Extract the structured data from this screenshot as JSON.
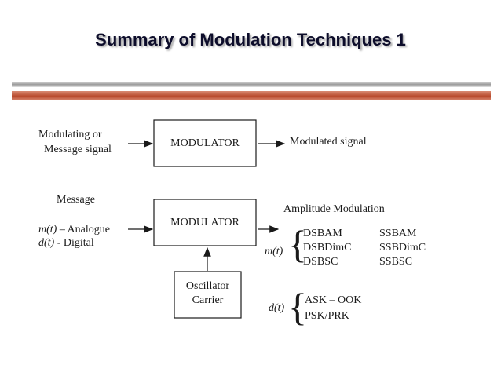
{
  "slide": {
    "title": "Summary of Modulation Techniques 1"
  },
  "top_row": {
    "input_label_line1": "Modulating or",
    "input_label_line2": "Message signal",
    "box_label": "MODULATOR",
    "output_label": "Modulated signal"
  },
  "bottom_row": {
    "message_label": "Message",
    "analogue_var": "m(t)",
    "analogue_label": " – Analogue",
    "digital_var": "d(t)",
    "digital_label": " - Digital",
    "box_label": "MODULATOR",
    "carrier_line1": "Oscillator",
    "carrier_line2": "Carrier",
    "am_heading": "Amplitude Modulation",
    "analogue_group": {
      "var": "m(t)",
      "left_col": [
        "DSBAM",
        "DSBDimC",
        "DSBSC"
      ],
      "right_col": [
        "SSBAM",
        "SSBDimC",
        "SSBSC"
      ]
    },
    "digital_group": {
      "var": "d(t)",
      "items": [
        "ASK – OOK",
        "PSK/PRK"
      ]
    }
  }
}
